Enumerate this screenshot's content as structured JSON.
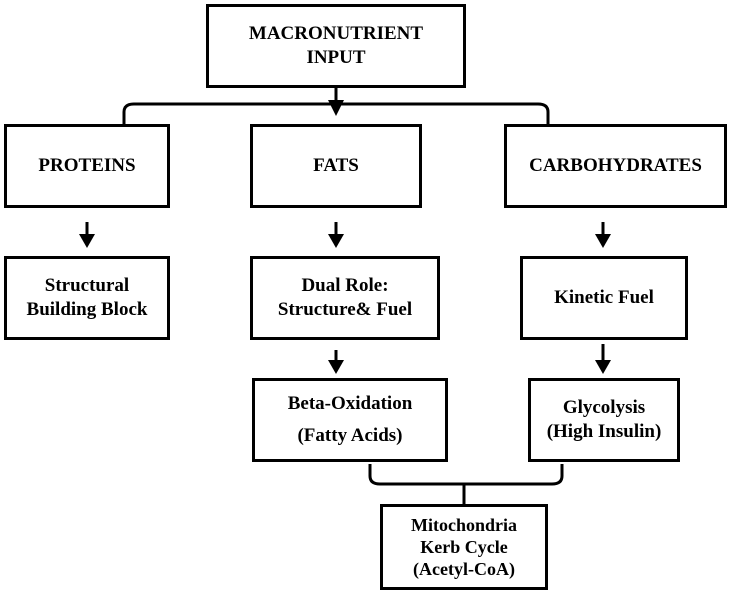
{
  "nodes": {
    "input": {
      "lines": [
        "MACRONUTRIENT",
        "INPUT"
      ]
    },
    "proteins": {
      "lines": [
        "PROTEINS"
      ]
    },
    "fats": {
      "lines": [
        "FATS"
      ]
    },
    "carbohydrates": {
      "lines": [
        "CARBOHYDRATES"
      ]
    },
    "structural": {
      "lines": [
        "Structural",
        "Building Block"
      ]
    },
    "dual_role": {
      "lines": [
        "Dual Role:",
        "Structure& Fuel"
      ]
    },
    "kinetic": {
      "lines": [
        "Kinetic Fuel"
      ]
    },
    "beta_oxidation": {
      "lines": [
        "Beta-Oxidation",
        "(Fatty Acids)"
      ]
    },
    "glycolysis": {
      "lines": [
        "Glycolysis",
        "(High Insulin)"
      ]
    },
    "mitochondria": {
      "lines": [
        "Mitochondria",
        "Kerb Cycle",
        "(Acetyl-CoA)"
      ]
    }
  },
  "edges": [
    {
      "from": "input",
      "to": "proteins"
    },
    {
      "from": "input",
      "to": "fats"
    },
    {
      "from": "input",
      "to": "carbohydrates"
    },
    {
      "from": "proteins",
      "to": "structural"
    },
    {
      "from": "fats",
      "to": "dual_role"
    },
    {
      "from": "carbohydrates",
      "to": "kinetic"
    },
    {
      "from": "dual_role",
      "to": "beta_oxidation"
    },
    {
      "from": "kinetic",
      "to": "glycolysis"
    },
    {
      "from": "beta_oxidation",
      "to": "mitochondria"
    },
    {
      "from": "glycolysis",
      "to": "mitochondria"
    }
  ]
}
